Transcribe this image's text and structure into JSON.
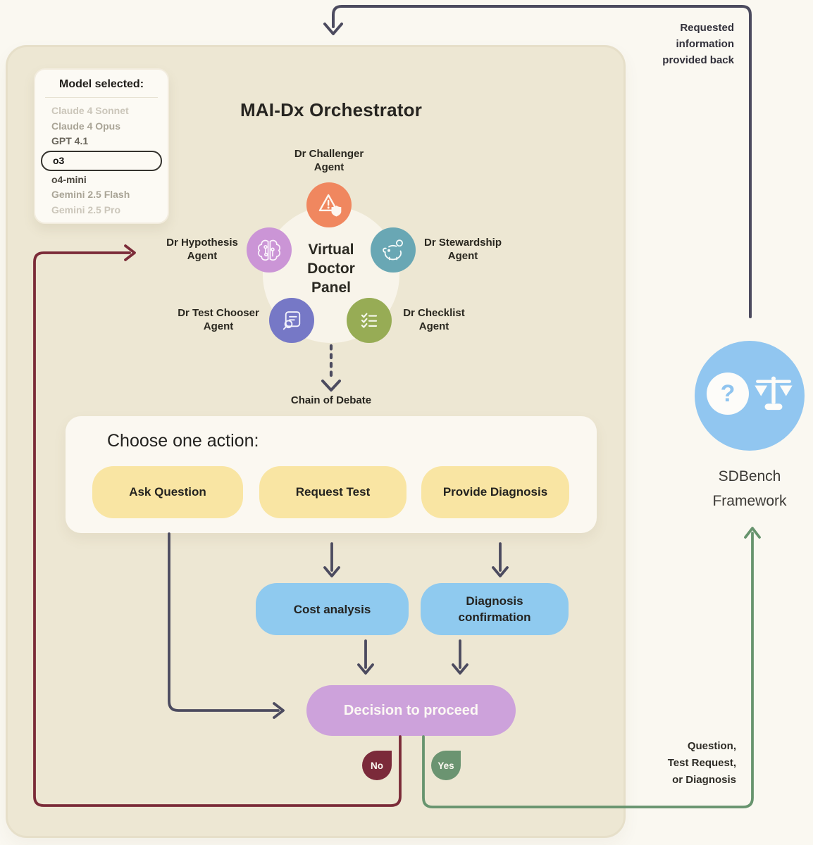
{
  "colors": {
    "page_background": "#FAF8F1",
    "main_box": "#EDE7D3",
    "panel_white": "#FBF8F1",
    "accent_yellow": "#F9E5A3",
    "accent_blue": "#8FCAEF",
    "accent_purple": "#CDA2DB",
    "arrow_navy": "#4C4B5F",
    "arrow_maroon": "#7B2B38",
    "arrow_green": "#67946E",
    "agent_orange": "#F0875F",
    "agent_orchid": "#CB95D6",
    "agent_teal": "#69A7B4",
    "agent_indigo": "#7678C6",
    "agent_olive": "#97AC55",
    "sdbench_blue": "#91C6F0",
    "badge_no": "#7B2A3A",
    "badge_yes": "#6B9471"
  },
  "model_panel": {
    "title": "Model selected:",
    "items": [
      "Claude 4 Sonnet",
      "Claude 4 Opus",
      "GPT 4.1",
      "o3",
      "o4-mini",
      "Gemini 2.5 Flash",
      "Gemini 2.5 Pro"
    ],
    "selected": "o3"
  },
  "orchestrator": {
    "title": "MAI-Dx Orchestrator",
    "panel_lines": [
      "Virtual",
      "Doctor",
      "Panel"
    ],
    "chain_label": "Chain of Debate"
  },
  "agents": [
    {
      "label_top": "Dr Challenger",
      "label_bottom": "Agent",
      "icon": "warning-shield-icon",
      "color": "#F0875F"
    },
    {
      "label_top": "Dr Hypothesis",
      "label_bottom": "Agent",
      "icon": "brain-icon",
      "color": "#CB95D6"
    },
    {
      "label_top": "Dr Stewardship",
      "label_bottom": "Agent",
      "icon": "piggy-bank-icon",
      "color": "#69A7B4"
    },
    {
      "label_top": "Dr Test Chooser",
      "label_bottom": "Agent",
      "icon": "document-search-icon",
      "color": "#7678C6"
    },
    {
      "label_top": "Dr Checklist",
      "label_bottom": "Agent",
      "icon": "checklist-icon",
      "color": "#97AC55"
    }
  ],
  "action_panel": {
    "title": "Choose one action:",
    "buttons": [
      "Ask Question",
      "Request Test",
      "Provide Diagnosis"
    ]
  },
  "flow": {
    "cost": "Cost analysis",
    "diag_lines": [
      "Diagnosis",
      "confirmation"
    ],
    "decision": "Decision to proceed",
    "no_label": "No",
    "yes_label": "Yes"
  },
  "sdbench": {
    "question_mark": "?",
    "name_lines": [
      "SDBench",
      "Framework"
    ]
  },
  "annotations": {
    "requested_lines": [
      "Requested",
      "information",
      "provided back"
    ],
    "outgoing_lines": [
      "Question,",
      "Test Request,",
      "or Diagnosis"
    ]
  }
}
